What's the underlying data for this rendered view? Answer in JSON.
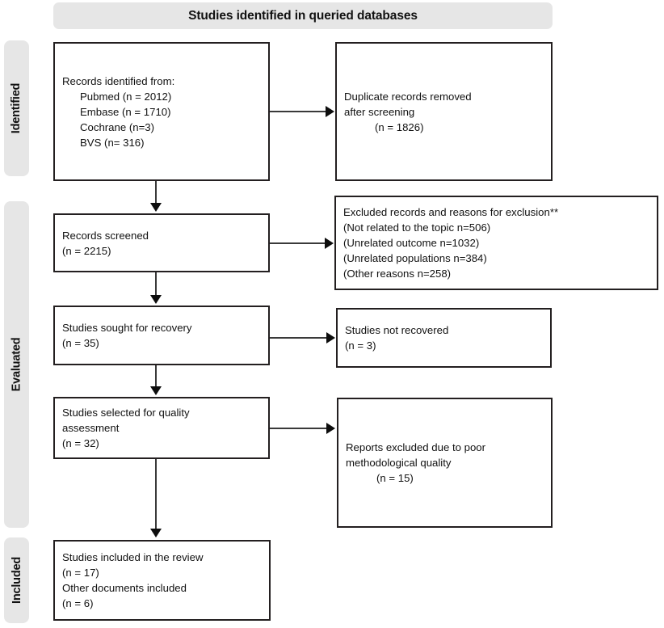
{
  "diagram": {
    "type": "prisma-flow-diagram",
    "banner": {
      "title": "Studies identified in queried databases"
    },
    "stages": [
      {
        "id": "identified",
        "label": "Identified"
      },
      {
        "id": "evaluated",
        "label": "Evaluated"
      },
      {
        "id": "included",
        "label": "Included"
      }
    ],
    "boxes": {
      "records_identified": {
        "lines": [
          "Records identified from:",
          "Pubmed (n = 2012)",
          "Embase (n = 1710)",
          "Cochrane (n=3)",
          "BVS (n= 316)"
        ]
      },
      "duplicates_removed": {
        "lines": [
          "Duplicate records removed",
          "after screening",
          "(n = 1826)"
        ]
      },
      "records_screened": {
        "lines": [
          "Records screened",
          "(n = 2215)"
        ]
      },
      "excluded_records": {
        "lines": [
          "Excluded records and reasons for exclusion**",
          "(Not related to the topic n=506)",
          "(Unrelated outcome n=1032)",
          "(Unrelated populations n=384)",
          "(Other reasons n=258)"
        ]
      },
      "studies_sought": {
        "lines": [
          "Studies sought for recovery",
          "(n = 35)"
        ]
      },
      "studies_not_recovered": {
        "lines": [
          "Studies not recovered",
          "(n = 3)"
        ]
      },
      "studies_selected": {
        "lines": [
          "Studies selected for quality",
          "assessment",
          "(n = 32)"
        ]
      },
      "reports_excluded": {
        "lines": [
          "Reports excluded due to poor",
          "methodological quality",
          "(n = 15)"
        ]
      },
      "studies_included": {
        "lines": [
          "Studies included in the review",
          "(n = 17)",
          "Other documents included",
          "(n = 6)"
        ]
      }
    },
    "colors": {
      "banner_fill": "#e6e6e6",
      "stage_fill": "#e6e6e6",
      "box_border": "#231f20",
      "connector": "#3a3a3a",
      "text": "#111111",
      "background": "#ffffff"
    }
  }
}
